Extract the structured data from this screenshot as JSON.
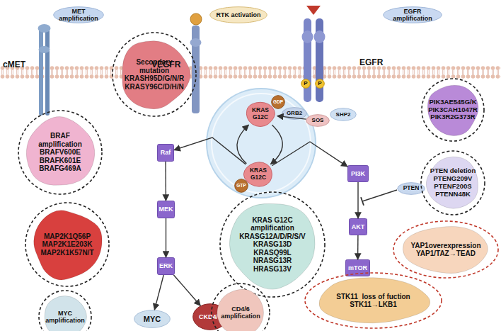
{
  "diagram": {
    "nodes": [
      {
        "text": [
          "MET amplification"
        ]
      },
      {
        "text": [
          "RTK activation"
        ]
      },
      {
        "text": [
          "EGFR amplification"
        ]
      },
      {
        "text": [
          "P"
        ]
      },
      {
        "text": [
          "P"
        ]
      },
      {
        "text": [
          "GRB2"
        ]
      },
      {
        "text": [
          "SOS"
        ]
      },
      {
        "text": [
          "SHP2"
        ]
      },
      {
        "text": [
          "Secondary mutation",
          "KRASH95D/G/N/R",
          "KRASY96C/D/H/N"
        ]
      },
      {
        "text": [
          "KRAS G12C"
        ]
      },
      {
        "text": [
          "GDP"
        ],
        "in": 9
      },
      {
        "text": [
          "KRAS G12C"
        ]
      },
      {
        "text": [
          "GTP"
        ],
        "in": 11
      },
      {
        "text": [
          "BRAF amplification",
          "BRAFV600E",
          "BRAFK601E",
          "BRAFG469A"
        ]
      },
      {
        "text": [
          "Raf"
        ]
      },
      {
        "text": [
          "PI3K"
        ]
      },
      {
        "text": [
          "PIK3AE545G/K",
          "PIK3CAH1047R",
          "PIK3R2G373R"
        ]
      },
      {
        "text": [
          "PTEN"
        ]
      },
      {
        "text": [
          "PTEN deletion",
          "PTENG209V",
          "PTENF200S",
          "PTENN48K"
        ]
      },
      {
        "text": [
          "MEK"
        ]
      },
      {
        "text": [
          "AKT"
        ]
      },
      {
        "text": [
          "MAP2K1Q56P",
          "MAP2K1E203K",
          "MAP2K1K57N/T"
        ]
      },
      {
        "text": [
          "KRAS G12C amplification",
          "KRASG12A/D/R/S/V",
          "KRASG13D",
          "KRASQ99L",
          "NRASG13R",
          "HRASG13V"
        ]
      },
      {
        "text": [
          "YAP1overexpression",
          "YAP1/TAZ→TEAD"
        ]
      },
      {
        "text": [
          "ERK"
        ]
      },
      {
        "text": [
          "mTOR"
        ]
      },
      {
        "text": [
          "STK11  loss of fuction",
          "STK11→LKB1"
        ]
      },
      {
        "text": [
          "MYC amplification"
        ]
      },
      {
        "text": [
          "MYC"
        ]
      },
      {
        "text": [
          "CKD4/6"
        ]
      },
      {
        "text": [
          "CD4/6 amplification"
        ]
      }
    ],
    "edges": [
      {
        "from": 6,
        "to": 9,
        "arrow": "to"
      },
      {
        "from": 9,
        "to": 11,
        "arrow": "to"
      },
      {
        "from": 11,
        "to": 9,
        "arrow": "to"
      },
      {
        "from": 11,
        "to": 14,
        "arrow": "to"
      },
      {
        "from": 11,
        "to": 15,
        "arrow": "to"
      },
      {
        "from": 14,
        "to": 19,
        "arrow": "to"
      },
      {
        "from": 19,
        "to": 24,
        "arrow": "to"
      },
      {
        "from": 24,
        "to": 28,
        "arrow": "to"
      },
      {
        "from": 24,
        "to": 29,
        "arrow": "to"
      },
      {
        "from": 15,
        "to": 20,
        "arrow": "to"
      },
      {
        "from": 20,
        "to": 25,
        "arrow": "to"
      }
    ],
    "labels": [
      "cMET",
      "VEGFR",
      "EGFR"
    ]
  }
}
